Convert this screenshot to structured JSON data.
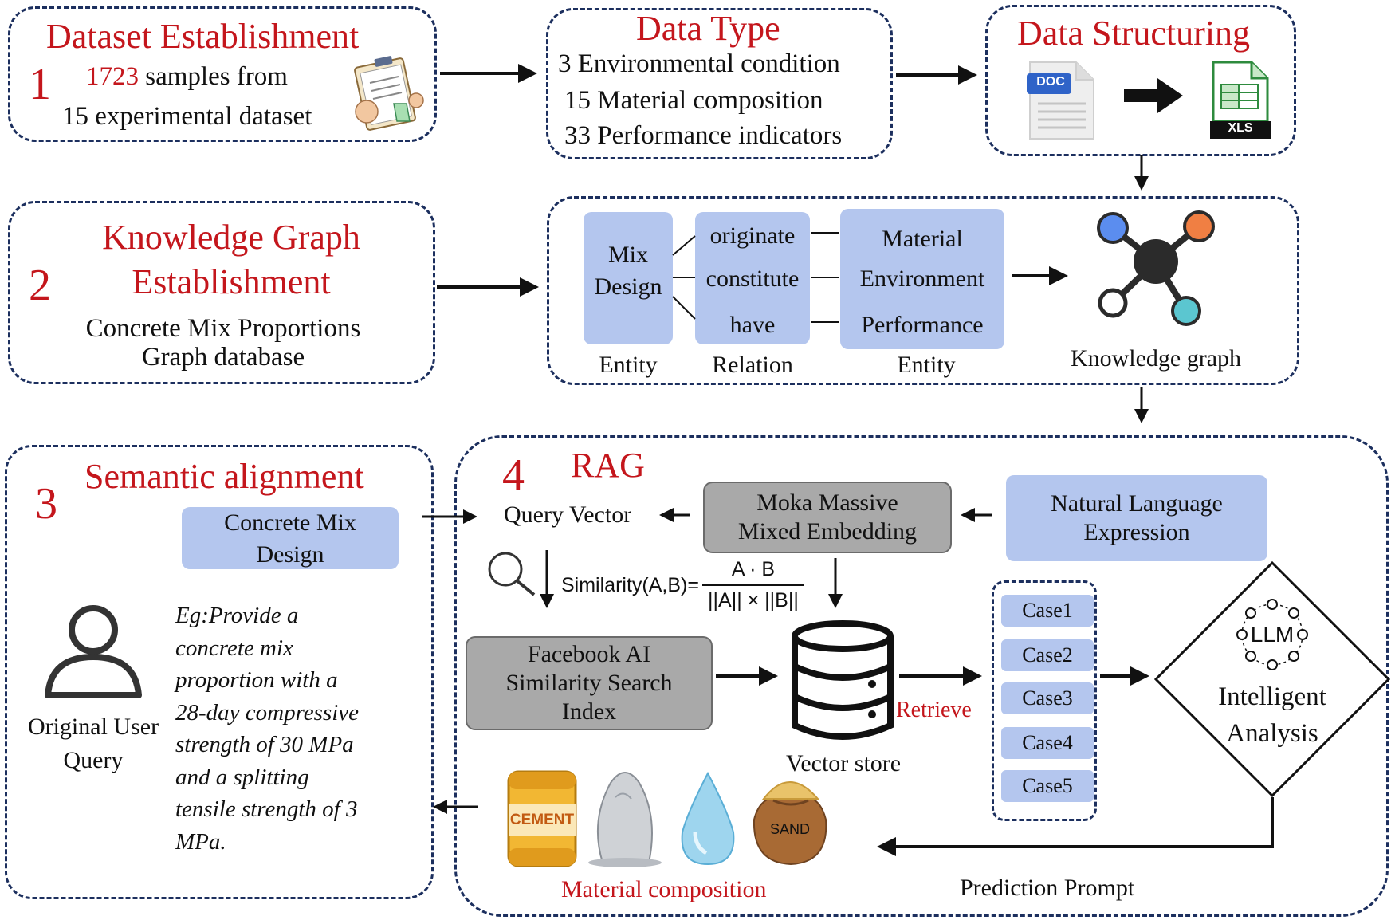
{
  "section1": {
    "number": "1",
    "title": "Dataset Establishment",
    "count": "1723",
    "line1_rest": " samples from",
    "line2": "15 experimental dataset"
  },
  "data_type": {
    "title": "Data Type",
    "items": [
      "3 Environmental condition",
      "15 Material composition",
      "33 Performance indicators"
    ]
  },
  "data_structuring": {
    "title": "Data Structuring",
    "doc_label": "DOC",
    "xls_label": "XLS"
  },
  "section2": {
    "number": "2",
    "title_line1": "Knowledge Graph",
    "title_line2": "Establishment",
    "desc_line1": "Concrete Mix Proportions",
    "desc_line2": "Graph database"
  },
  "kg_schema": {
    "entity1_line1": "Mix",
    "entity1_line2": "Design",
    "relations": [
      "originate",
      "constitute",
      "have"
    ],
    "entity2": [
      "Material",
      "Environment",
      "Performance"
    ],
    "label_entity1": "Entity",
    "label_relation": "Relation",
    "label_entity2": "Entity",
    "kg_label": "Knowledge graph",
    "node_colors": [
      "#5b8def",
      "#f07f43",
      "#2b2b2b",
      "#5bc6d0",
      "#ffffff"
    ]
  },
  "section3": {
    "number": "3",
    "title": "Semantic alignment",
    "box_line1": "Concrete Mix",
    "box_line2": "Design",
    "user_label_line1": "Original User",
    "user_label_line2": "Query",
    "example": [
      "Eg:Provide a",
      "concrete mix",
      "proportion with a",
      "28-day compressive",
      "strength of 30 MPa",
      "and a splitting",
      "tensile strength of 3",
      "MPa."
    ]
  },
  "section4": {
    "number": "4",
    "title": "RAG",
    "query_vector": "Query Vector",
    "moka_line1": "Moka  Massive",
    "moka_line2": "Mixed Embedding",
    "nl_line1": "Natural Language",
    "nl_line2": "Expression",
    "similarity_prefix": "Similarity(A,B)=",
    "similarity_num": "A · B",
    "similarity_den": "||A|| × ||B||",
    "faiss": [
      "Facebook AI",
      "Similarity Search",
      "Index"
    ],
    "vector_store": "Vector store",
    "retrieve": "Retrieve",
    "cases": [
      "Case1",
      "Case2",
      "Case3",
      "Case4",
      "Case5"
    ],
    "llm": "LLM",
    "analysis_line1": "Intelligent",
    "analysis_line2": "Analysis",
    "material_composition": "Material composition",
    "prediction_prompt": "Prediction Prompt",
    "cement_label": "CEMENT",
    "sand_label": "SAND"
  },
  "colors": {
    "accent_red": "#c4161c",
    "dash_navy": "#1c2f5e",
    "box_blue": "#b4c6ee",
    "box_gray": "#a9a9a9"
  }
}
